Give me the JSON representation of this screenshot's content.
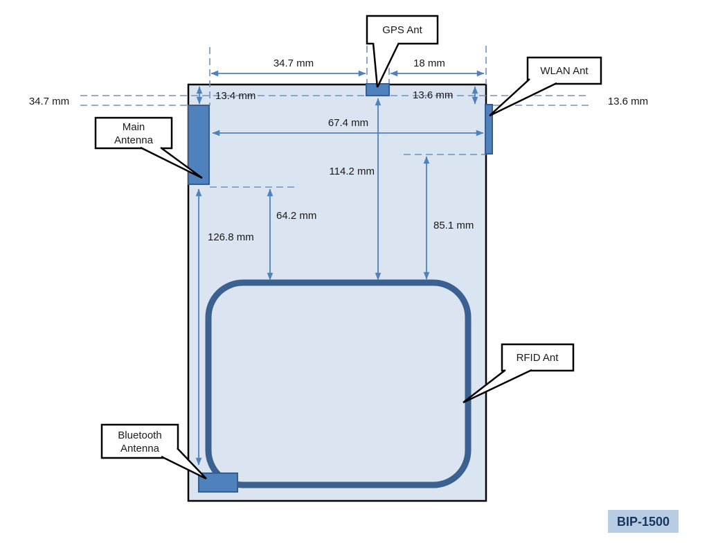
{
  "model_badge": "BIP-1500",
  "dimensions": {
    "top_left_width": "34.7 mm",
    "top_right_width": "18 mm",
    "left_top_offset": "13.4 mm",
    "right_top_offset": "13.6 mm",
    "antenna_span_width": "67.4 mm",
    "gps_to_rfid_height": "114.2 mm",
    "main_to_rfid_height": "64.2 mm",
    "main_to_bluetooth_height": "126.8 mm",
    "wlan_to_rfid_height": "85.1 mm",
    "side_left_label": "34.7 mm",
    "side_right_label": "13.6 mm"
  },
  "callouts": {
    "gps": "GPS Ant",
    "wlan": "WLAN Ant",
    "main_line1": "Main",
    "main_line2": "Antenna",
    "bluetooth_line1": "Bluetooth",
    "bluetooth_line2": "Antenna",
    "rfid": "RFID Ant"
  },
  "colors": {
    "device_fill": "#dbe4f1",
    "device_border": "#000000",
    "antenna_fill": "#4f81bd",
    "antenna_border": "#385d8a",
    "dimension_line": "#4f81bd",
    "dashed_line": "#7191bf",
    "rfid_loop": "#3a618f",
    "badge_background": "#b8cce4",
    "badge_text": "#17365d"
  }
}
